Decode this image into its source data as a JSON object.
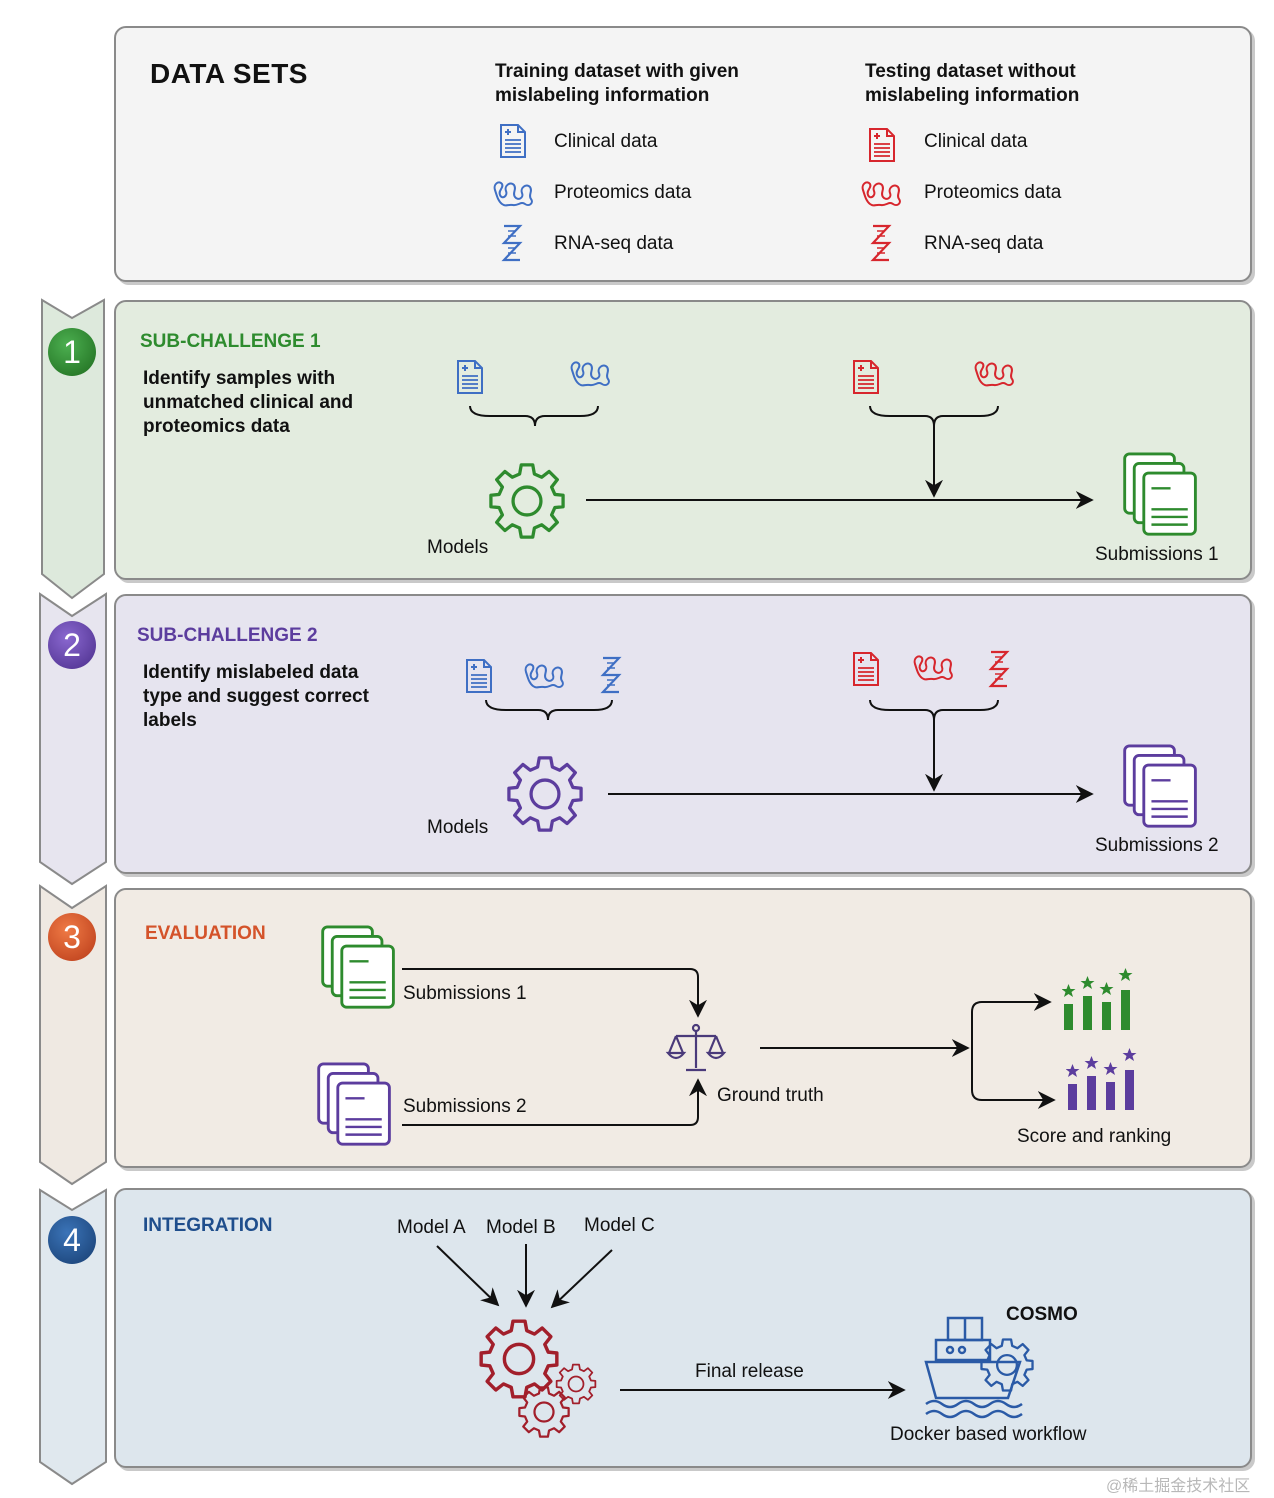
{
  "colors": {
    "train_blue": "#3f6fc4",
    "test_red": "#d7262d",
    "green": "#2e8b2e",
    "purple": "#5c3d9e",
    "orange": "#d4532a",
    "navy": "#1f4e8c",
    "maroon": "#a21f2b"
  },
  "datasets": {
    "title": "DATA SETS",
    "training": {
      "header": "Training dataset with given mislabeling information",
      "items": [
        "Clinical data",
        "Proteomics data",
        "RNA-seq data"
      ]
    },
    "testing": {
      "header": "Testing dataset without mislabeling information",
      "items": [
        "Clinical data",
        "Proteomics data",
        "RNA-seq data"
      ]
    },
    "icons": [
      "clinical-document-icon",
      "proteomics-icon",
      "rna-helix-icon"
    ]
  },
  "steps": [
    {
      "number": "1",
      "title": "SUB-CHALLENGE  1",
      "description": "Identify samples with unmatched clinical and proteomics data",
      "models_label": "Models",
      "output_label": "Submissions 1"
    },
    {
      "number": "2",
      "title": "SUB-CHALLENGE 2",
      "description": "Identify mislabeled data type and suggest correct labels",
      "models_label": "Models",
      "output_label": "Submissions 2"
    },
    {
      "number": "3",
      "title": "EVALUATION",
      "sub1_label": "Submissions 1",
      "sub2_label": "Submissions 2",
      "ground_truth_label": "Ground truth",
      "score_label": "Score and ranking"
    },
    {
      "number": "4",
      "title": "INTEGRATION",
      "model_labels": [
        "Model A",
        "Model B",
        "Model C"
      ],
      "release_label": "Final release",
      "product_name": "COSMO",
      "product_label": "Docker based workflow"
    }
  ],
  "watermark": "@稀土掘金技术社区"
}
